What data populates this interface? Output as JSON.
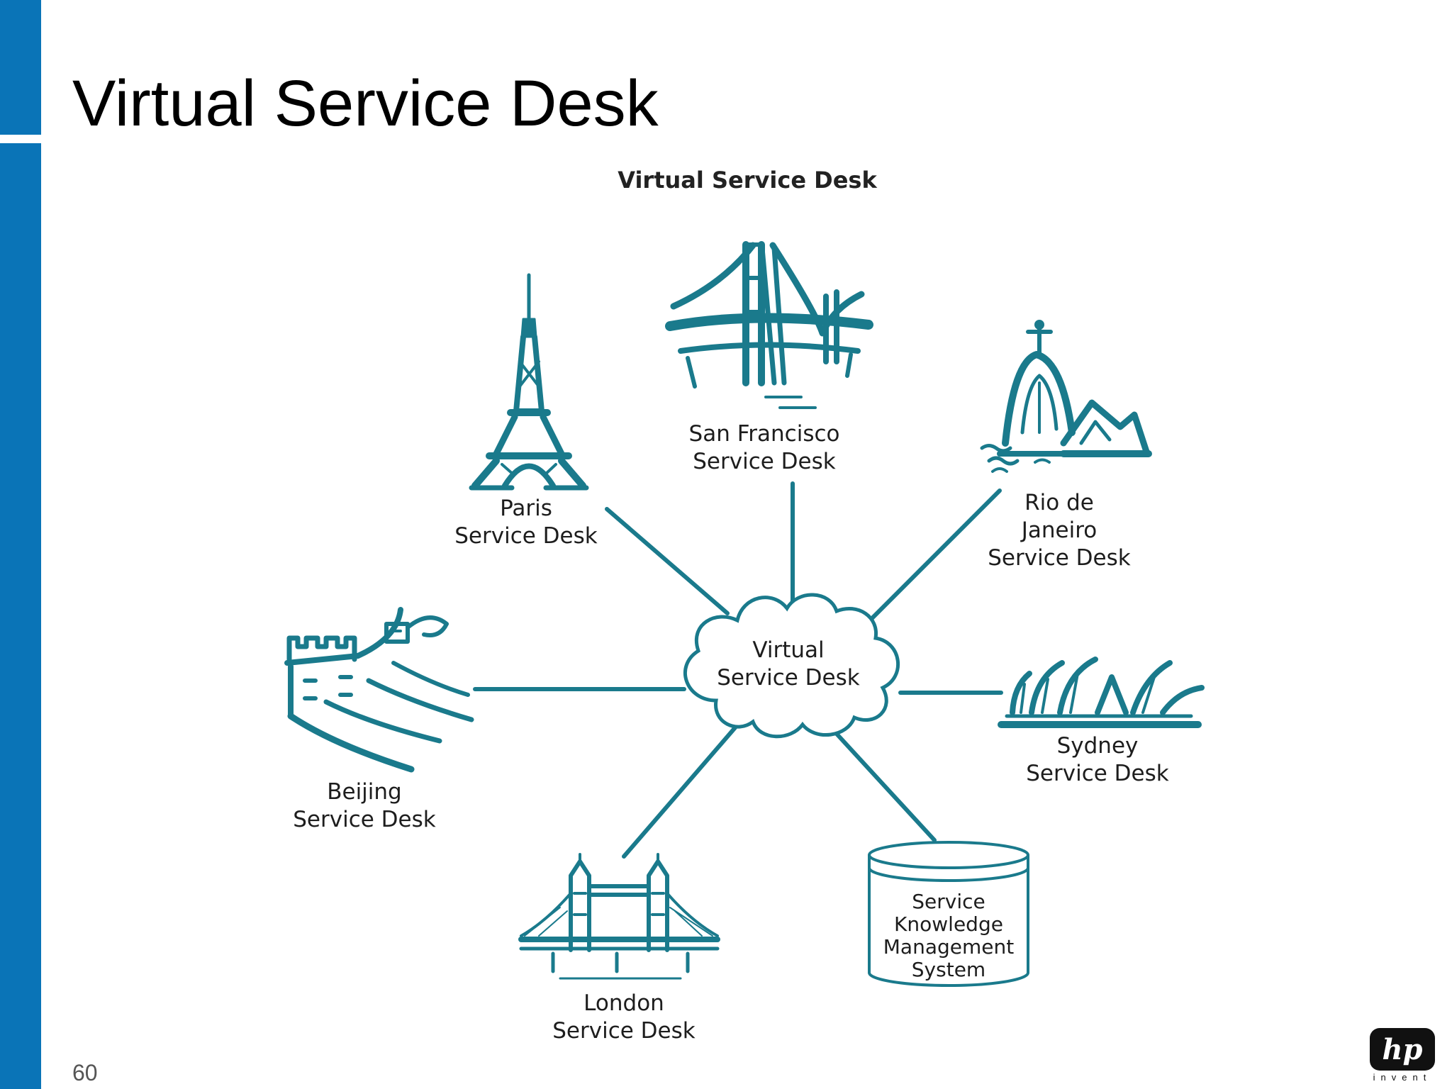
{
  "slide": {
    "title": "Virtual Service Desk",
    "page_number": "60"
  },
  "diagram": {
    "heading": "Virtual Service Desk",
    "center": {
      "line1": "Virtual",
      "line2": "Service Desk"
    },
    "nodes": {
      "san_francisco": {
        "line1": "San Francisco",
        "line2": "Service Desk",
        "icon": "golden-gate-bridge-icon"
      },
      "paris": {
        "line1": "Paris",
        "line2": "Service Desk",
        "icon": "eiffel-tower-icon"
      },
      "rio": {
        "line1": "Rio de",
        "line2": "Janeiro",
        "line3": "Service Desk",
        "icon": "christ-redeemer-icon"
      },
      "beijing": {
        "line1": "Beijing",
        "line2": "Service Desk",
        "icon": "great-wall-icon"
      },
      "sydney": {
        "line1": "Sydney",
        "line2": "Service Desk",
        "icon": "opera-house-icon"
      },
      "london": {
        "line1": "London",
        "line2": "Service Desk",
        "icon": "tower-bridge-icon"
      },
      "skms": {
        "line1": "Service",
        "line2": "Knowledge",
        "line3": "Management",
        "line4": "System",
        "icon": "database-icon"
      }
    },
    "colors": {
      "accent": "#1a7a8c",
      "sidebar": "#0a74b7"
    }
  },
  "logo": {
    "brand": "hp",
    "tagline": "invent"
  }
}
